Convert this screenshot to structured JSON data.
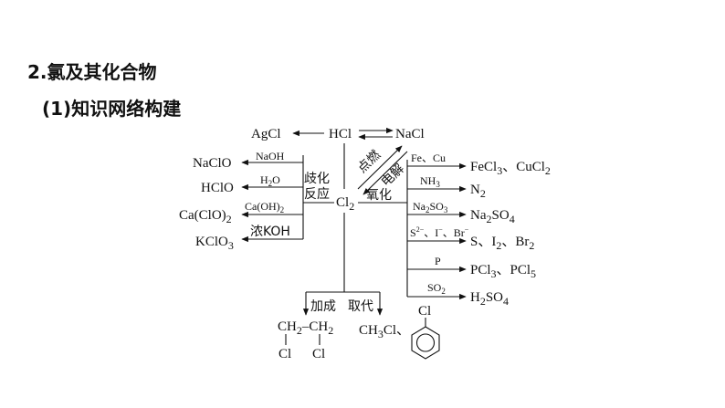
{
  "section_title": "2.氯及其化合物",
  "subsection_title": "(1)知识网络构建",
  "nodes": {
    "agcl": "AgCl",
    "hcl": "HCl",
    "nacl": "NaCl",
    "cl2_main": "Cl",
    "cl2_sub": "2",
    "naclo": "NaClO",
    "hclo": "HClO",
    "caclo2": "Ca(ClO)",
    "caclo2_sub": "2",
    "kclo3": "KClO",
    "kclo3_sub": "3",
    "fecl3_a": "FeCl",
    "fecl3_sub": "3",
    "fecl3_b": "、CuCl",
    "cucl2_sub": "2",
    "n2": "N",
    "n2_sub": "2",
    "na2so4_a": "Na",
    "na2so4_s1": "2",
    "na2so4_b": "SO",
    "na2so4_s2": "4",
    "s_a": "S、I",
    "s_s1": "2",
    "s_b": "、Br",
    "s_s2": "2",
    "pcl_a": "PCl",
    "pcl_s1": "3",
    "pcl_b": "、PCl",
    "pcl_s2": "5",
    "h2so4_a": "H",
    "h2so4_s1": "2",
    "h2so4_b": "SO",
    "h2so4_s2": "4",
    "ch2_a": "CH",
    "ch2_s1": "2",
    "ch2_dash": "–CH",
    "ch2_s2": "2",
    "cl_left": "Cl",
    "cl_right": "Cl",
    "ch3cl_a": "CH",
    "ch3cl_s": "3",
    "ch3cl_b": "Cl、",
    "benzene_cl": "Cl"
  },
  "reagents": {
    "naoh": "NaOH",
    "h2o_a": "H",
    "h2o_s": "2",
    "h2o_b": "O",
    "caoh2_a": "Ca(OH)",
    "caoh2_s": "2",
    "conc_koh": "浓KOH",
    "fe_cu": "Fe、Cu",
    "nh3_a": "NH",
    "nh3_s": "3",
    "na2so3_a": "Na",
    "na2so3_s1": "2",
    "na2so3_b": "SO",
    "na2so3_s2": "3",
    "anions_a": "S",
    "anions_sup1": "2−",
    "anions_b": "、I",
    "anions_sup2": "−",
    "anions_c": "、Br",
    "anions_sup3": "−",
    "p": "P",
    "so2_a": "SO",
    "so2_s": "2"
  },
  "labels": {
    "disproportionation_1": "歧化",
    "disproportionation_2": "反应",
    "oxidation": "氧化",
    "ignite": "点燃",
    "electrolysis": "电解",
    "addition": "加成",
    "substitution": "取代"
  }
}
